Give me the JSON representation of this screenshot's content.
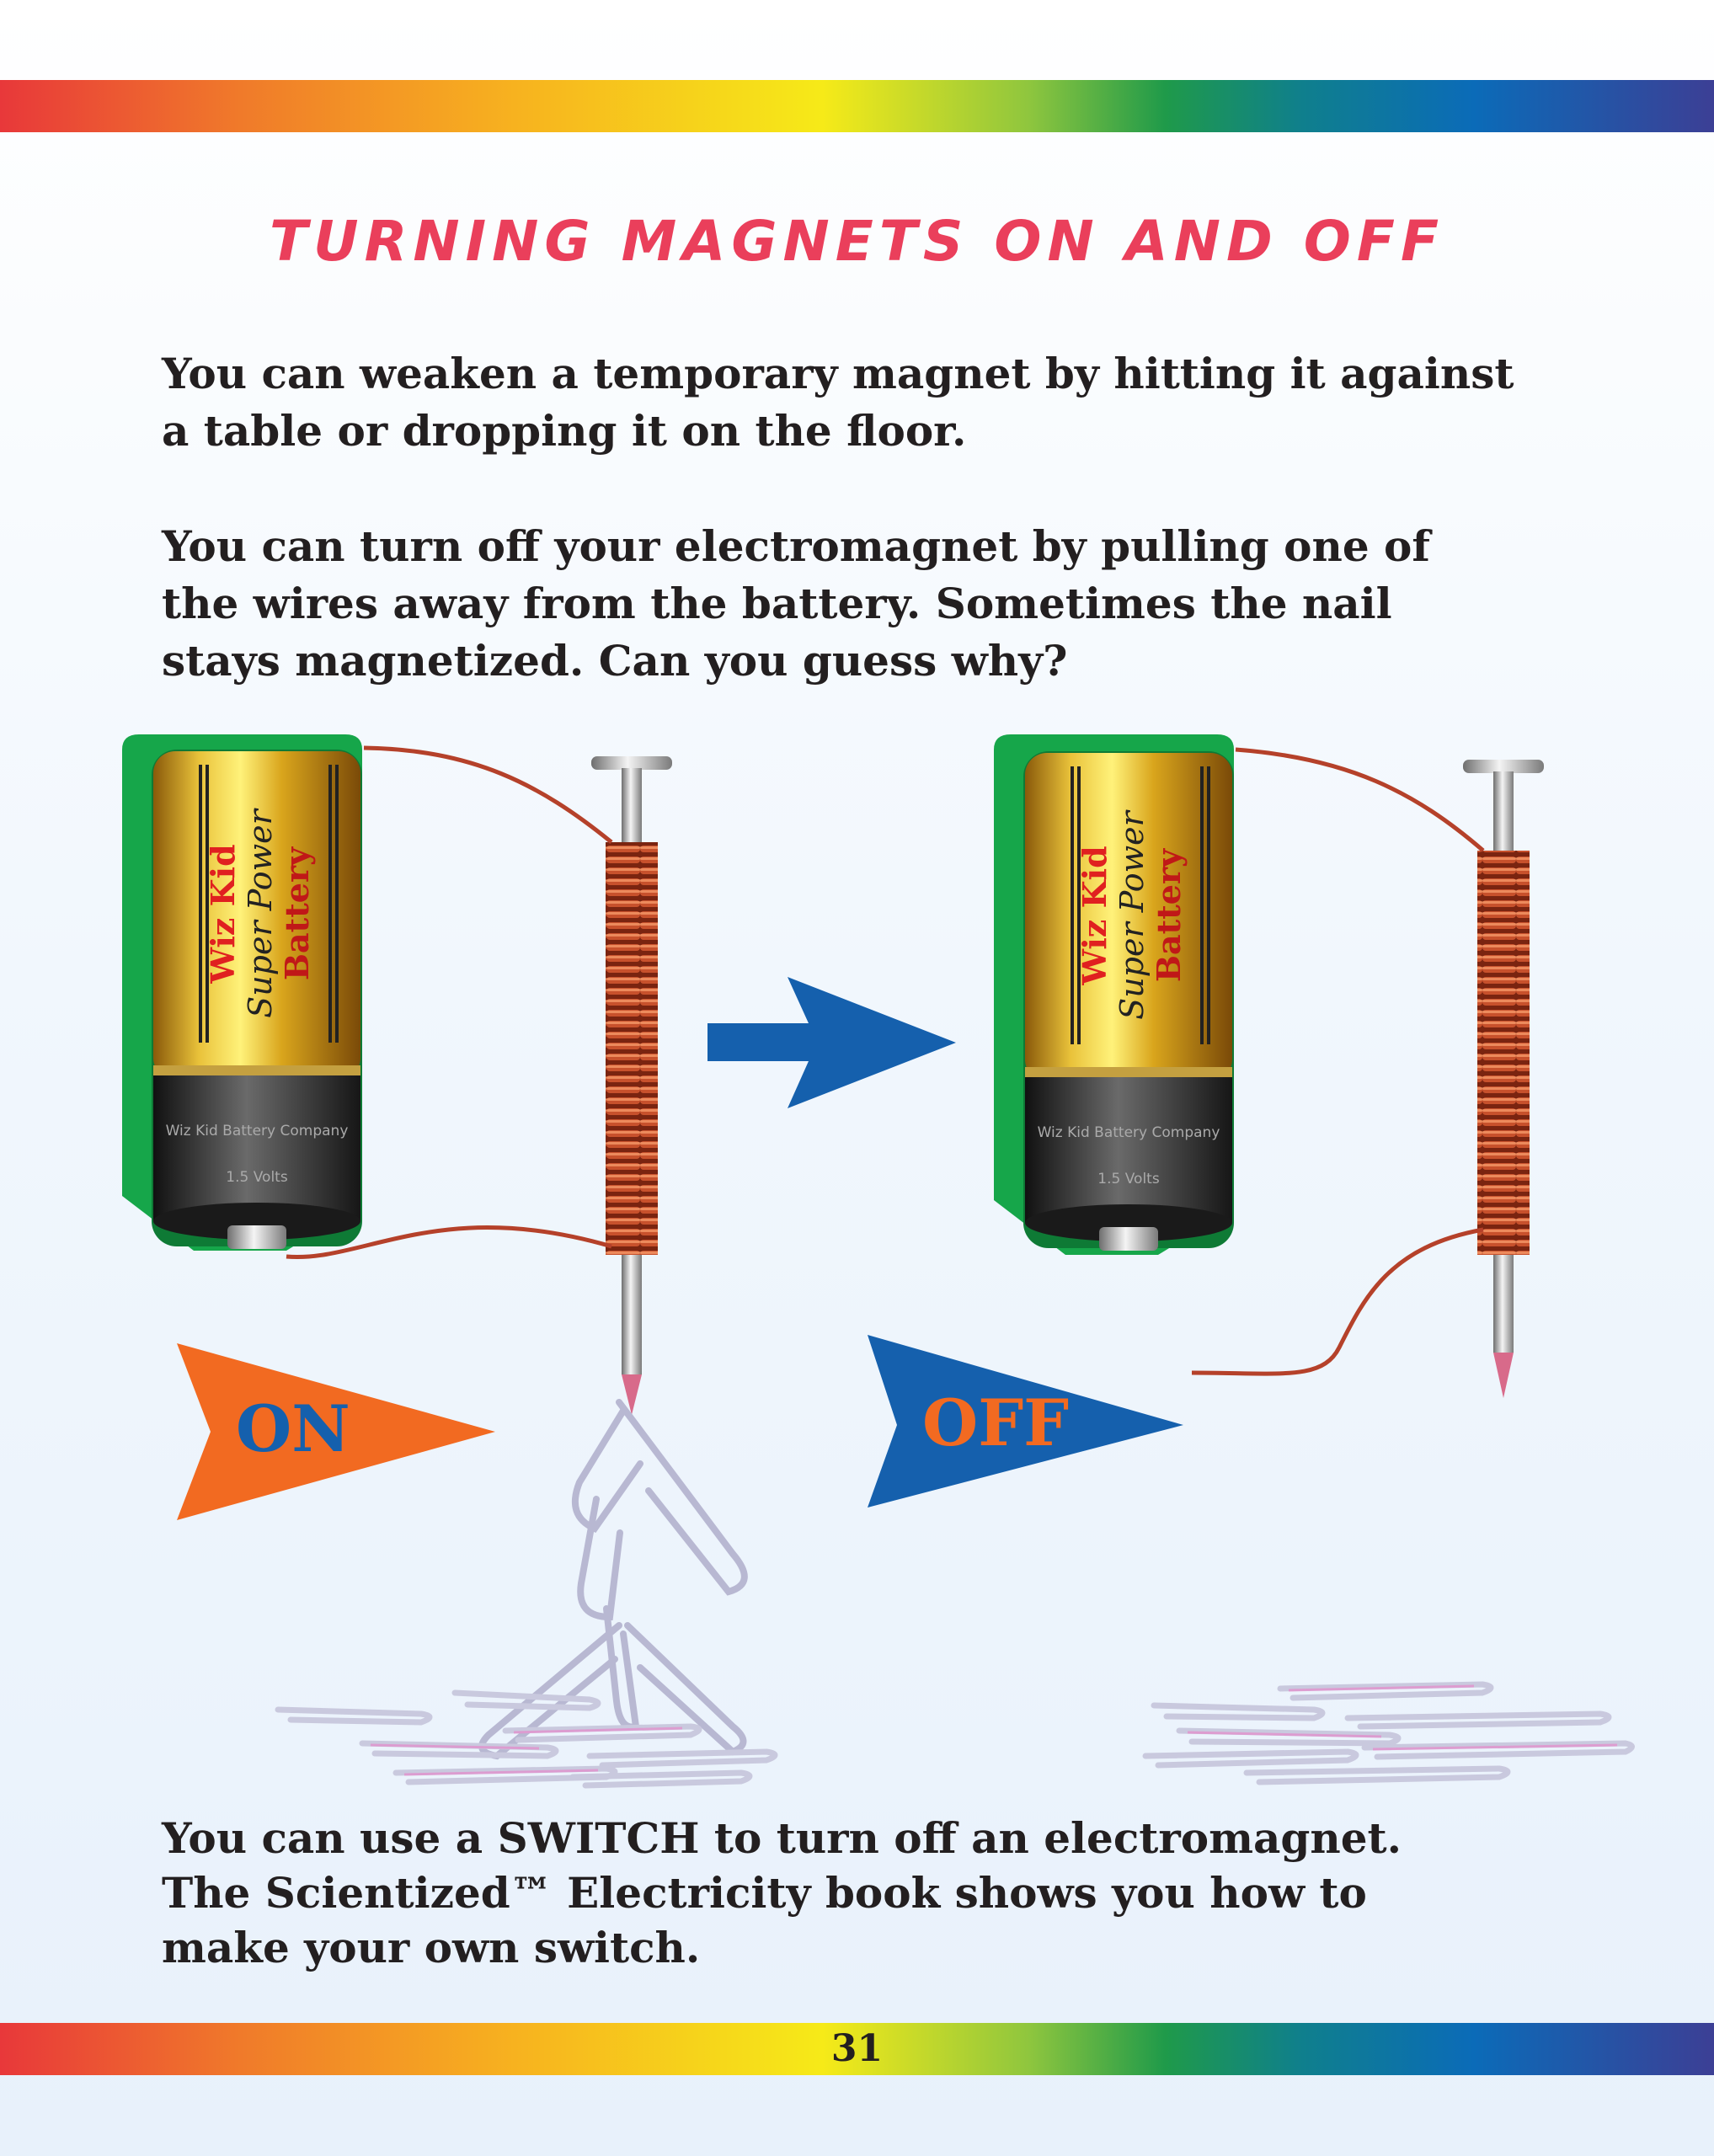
{
  "title": "TURNING MAGNETS ON AND OFF",
  "paragraphs": {
    "p1": "You can weaken a temporary magnet by hitting it against\na table or dropping it on the floor.",
    "p2": "You can turn off your electromagnet by pulling one of\nthe wires away from the battery. Sometimes the nail\nstays magnetized. Can you guess why?",
    "p3": "You can use a SWITCH to turn off an electromagnet.\nThe Scientized™ Electricity book shows you how to\nmake your own switch."
  },
  "battery": {
    "brand_line1": "Wiz Kid",
    "brand_line2": "Super Power",
    "brand_line3": "Battery",
    "company": "Wiz Kid Battery Company",
    "voltage": "1.5 Volts"
  },
  "flags": {
    "on_label": "ON",
    "off_label": "OFF"
  },
  "page_number": "31",
  "colors": {
    "title": "#ea3f5b",
    "wire": "#b5412a",
    "arrow": "#1560ad",
    "on_flag": "#f26a21",
    "off_flag": "#1560ad",
    "battery_wrap": "#16a64a",
    "battery_gold": "#e4b21a"
  }
}
